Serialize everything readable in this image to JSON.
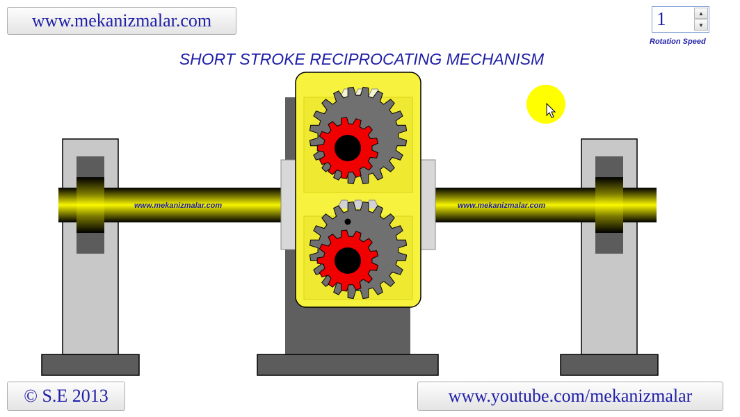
{
  "header": {
    "site_button_label": "www.mekanizmalar.com",
    "title": "SHORT STROKE RECIPROCATING MECHANISM"
  },
  "controls": {
    "rotation_speed_value": "1",
    "rotation_speed_label": "Rotation Speed",
    "spin_up_icon": "triangle-up",
    "spin_down_icon": "triangle-down"
  },
  "shaft": {
    "left_label": "www.mekanizmalar.com",
    "right_label": "www.mekanizmalar.com"
  },
  "footer": {
    "copyright_label": "© S.E 2013",
    "youtube_label": "www.youtube.com/mekanizmalar"
  },
  "colors": {
    "title_blue": "#1e1ea8",
    "shaft_yellow": "#f2f000",
    "housing_yellow": "#f6f23e",
    "gear_red": "#f00000",
    "gear_gray": "#707070",
    "frame_dark": "#5f5f5f",
    "pointer_yellow": "#ffff00"
  }
}
